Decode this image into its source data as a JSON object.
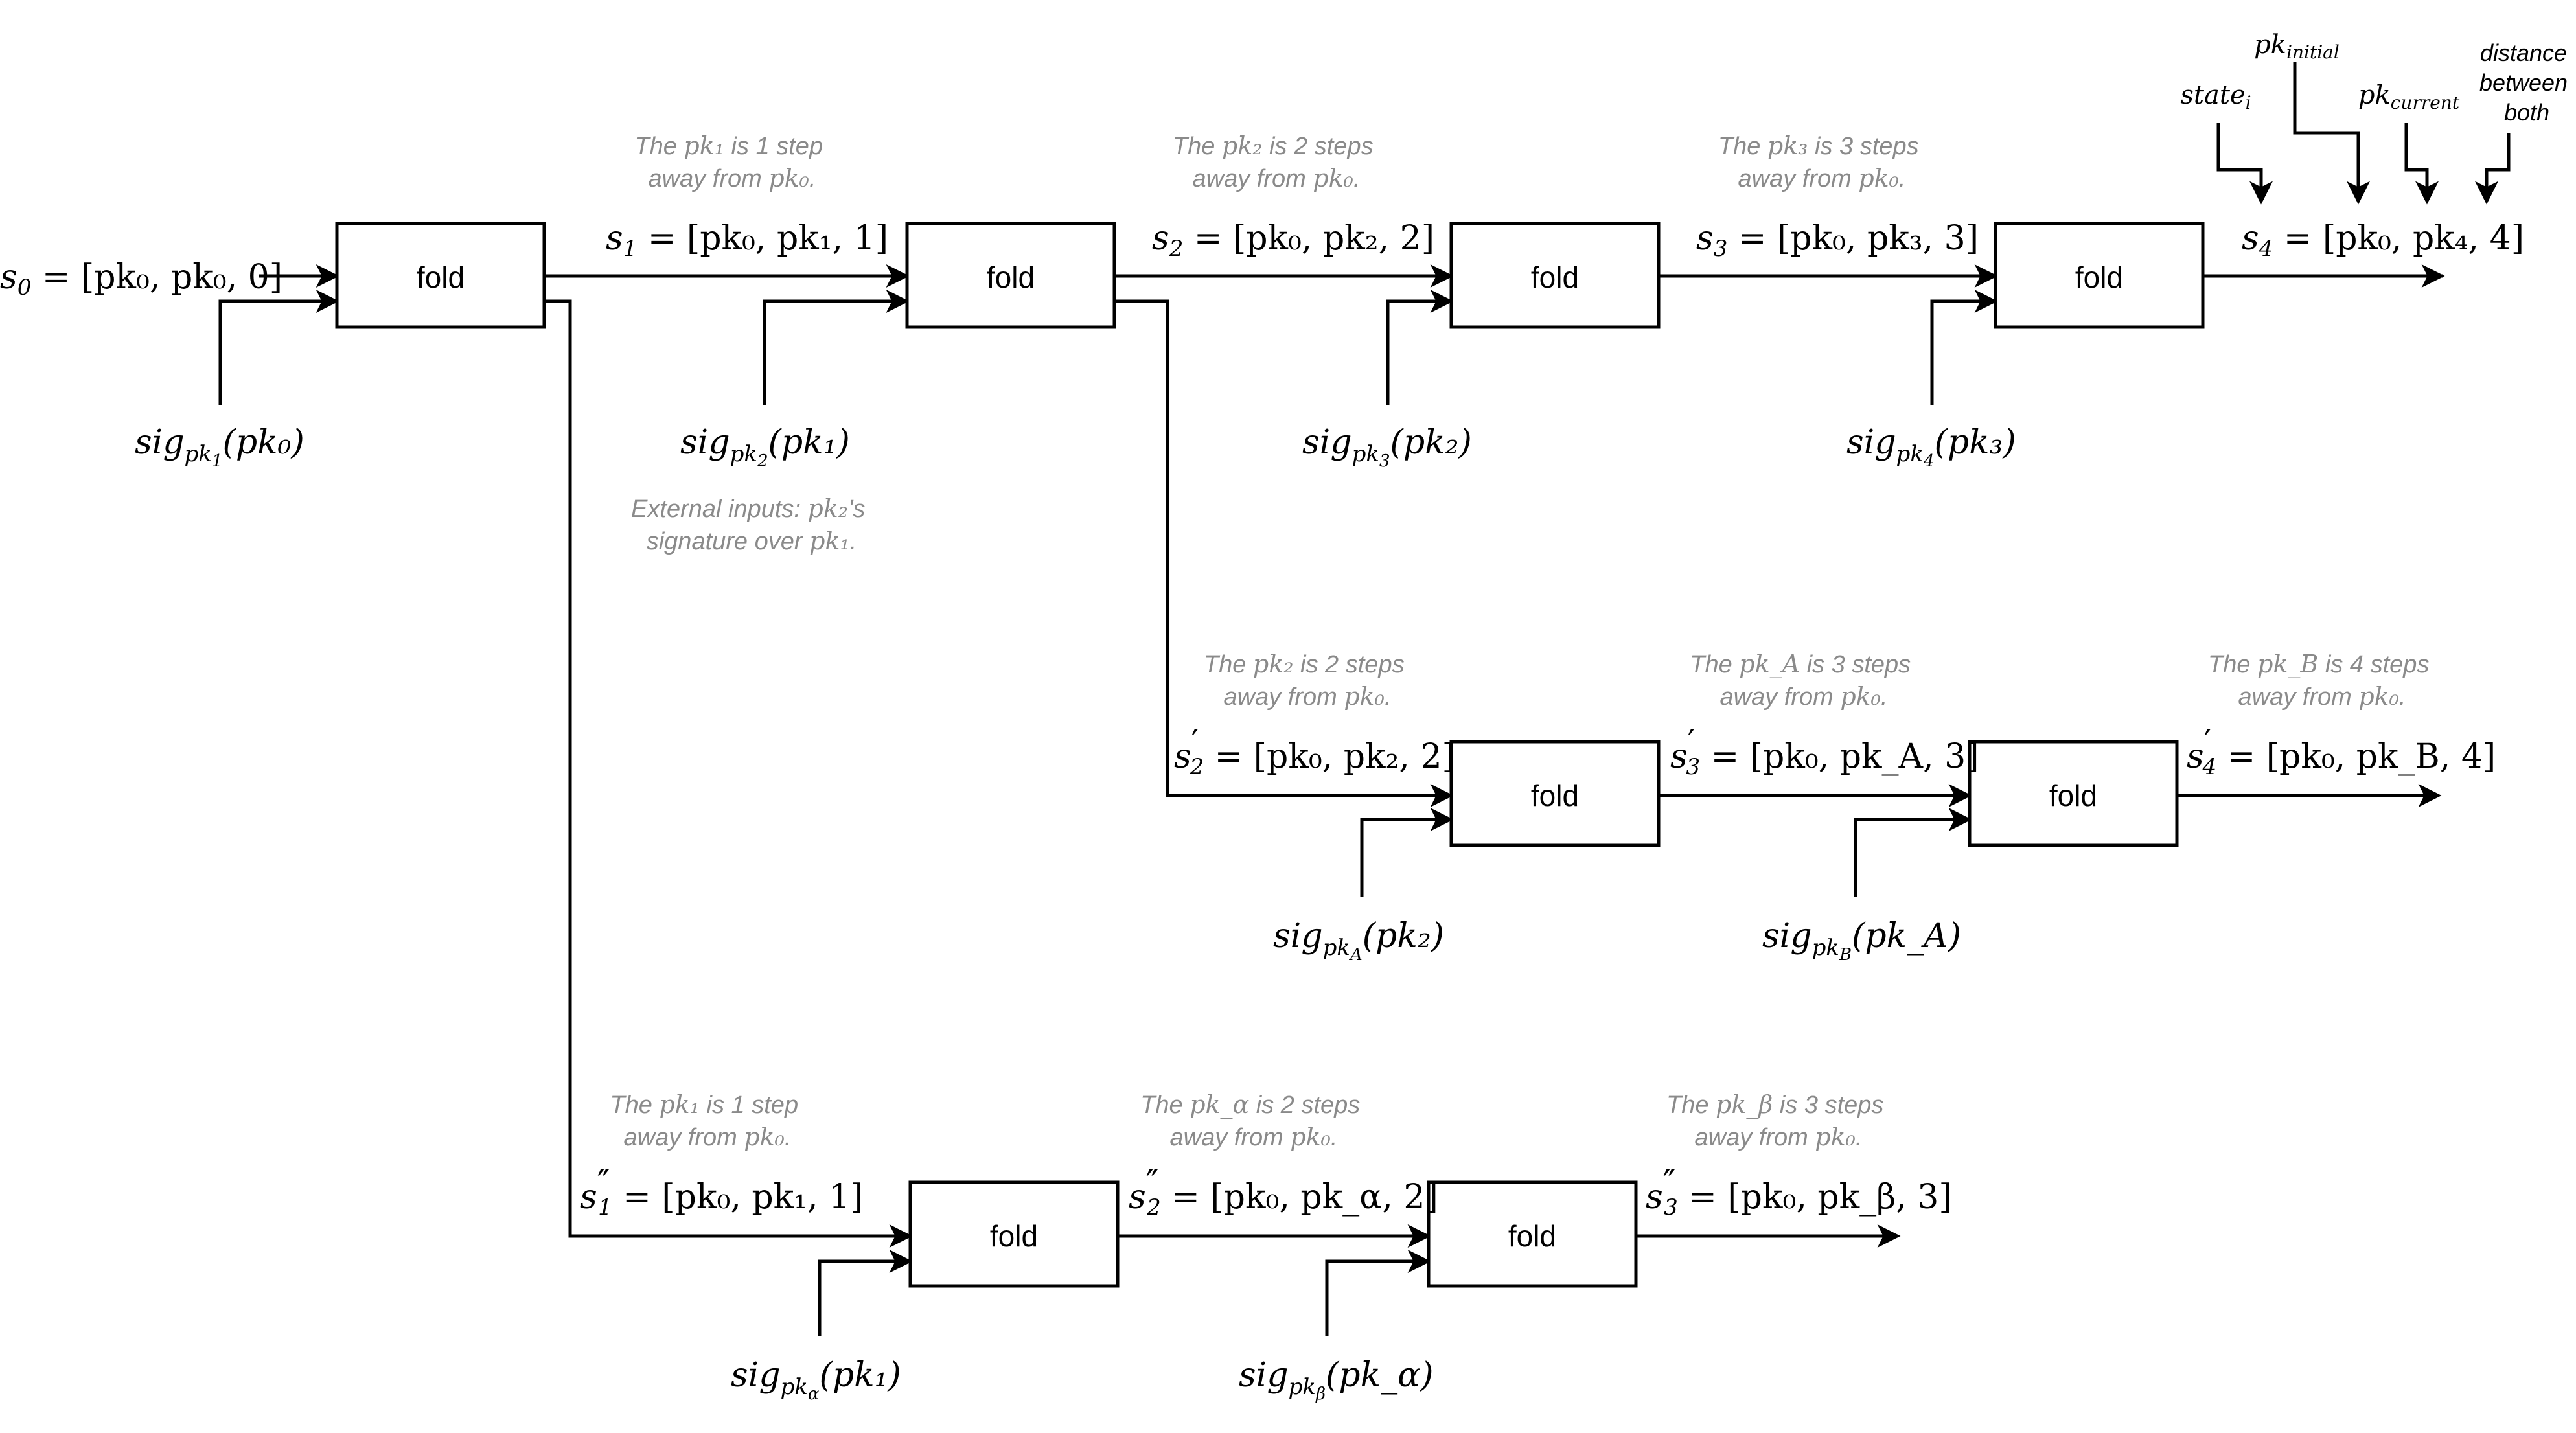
{
  "fold_label": "fold",
  "legend": {
    "state": {
      "base": "state",
      "sub": "i"
    },
    "pk_initial": {
      "base": "pk",
      "sub": "initial"
    },
    "pk_current": {
      "base": "pk",
      "sub": "current"
    },
    "distance": [
      "distance",
      "between",
      "both"
    ]
  },
  "top_row": {
    "s0": {
      "base": "s",
      "sub": "0",
      "prime": "",
      "body": " = [pk₀, pk₀, 0]"
    },
    "s1": {
      "base": "s",
      "sub": "1",
      "prime": "",
      "body": " = [pk₀, pk₁, 1]"
    },
    "s2": {
      "base": "s",
      "sub": "2",
      "prime": "",
      "body": " = [pk₀, pk₂, 2]"
    },
    "s3": {
      "base": "s",
      "sub": "3",
      "prime": "",
      "body": " = [pk₀, pk₃, 3]"
    },
    "s4": {
      "base": "s",
      "sub": "4",
      "prime": "",
      "body": " = [pk₀, pk₄, 4]"
    },
    "sig1": {
      "pre": "sig",
      "sub": "pk",
      "subsub": "1",
      "arg": "(pk₀)"
    },
    "sig2": {
      "pre": "sig",
      "sub": "pk",
      "subsub": "2",
      "arg": "(pk₁)"
    },
    "sig3": {
      "pre": "sig",
      "sub": "pk",
      "subsub": "3",
      "arg": "(pk₂)"
    },
    "sig4": {
      "pre": "sig",
      "sub": "pk",
      "subsub": "4",
      "arg": "(pk₃)"
    },
    "note1": {
      "l1a": "The ",
      "l1m": "pk₁",
      "l1b": " is 1 step",
      "l2a": "away from ",
      "l2m": "pk₀",
      "l2b": "."
    },
    "note2": {
      "l1a": "The ",
      "l1m": "pk₂",
      "l1b": " is 2 steps",
      "l2a": "away from ",
      "l2m": "pk₀",
      "l2b": "."
    },
    "note3": {
      "l1a": "The ",
      "l1m": "pk₃",
      "l1b": " is 3 steps",
      "l2a": "away from ",
      "l2m": "pk₀",
      "l2b": "."
    },
    "ext_note": {
      "l1a": "External inputs: ",
      "l1m": "pk₂",
      "l1b": "'s",
      "l2a": "signature over ",
      "l2m": "pk₁",
      "l2b": "."
    }
  },
  "mid_row": {
    "s2p": {
      "base": "s",
      "sub": "2",
      "prime": "′",
      "body": " = [pk₀, pk₂, 2]"
    },
    "s3p": {
      "base": "s",
      "sub": "3",
      "prime": "′",
      "body": " = [pk₀, pk_A, 3]"
    },
    "s4p": {
      "base": "s",
      "sub": "4",
      "prime": "′",
      "body": " = [pk₀, pk_B, 4]"
    },
    "sigA": {
      "pre": "sig",
      "sub": "pk",
      "subsub": "A",
      "arg": "(pk₂)"
    },
    "sigB": {
      "pre": "sig",
      "sub": "pk",
      "subsub": "B",
      "arg": "(pk_A)"
    },
    "note1": {
      "l1a": "The ",
      "l1m": "pk₂",
      "l1b": " is 2 steps",
      "l2a": "away from ",
      "l2m": "pk₀",
      "l2b": "."
    },
    "note2": {
      "l1a": "The ",
      "l1m": "pk_A",
      "l1b": " is 3 steps",
      "l2a": "away from ",
      "l2m": "pk₀",
      "l2b": "."
    },
    "note3": {
      "l1a": "The ",
      "l1m": "pk_B",
      "l1b": " is 4 steps",
      "l2a": "away from ",
      "l2m": "pk₀",
      "l2b": "."
    }
  },
  "bot_row": {
    "s1pp": {
      "base": "s",
      "sub": "1",
      "prime": "″",
      "body": " = [pk₀, pk₁, 1]"
    },
    "s2pp": {
      "base": "s",
      "sub": "2",
      "prime": "″",
      "body": " = [pk₀, pk_α, 2]"
    },
    "s3pp": {
      "base": "s",
      "sub": "3",
      "prime": "″",
      "body": " = [pk₀, pk_β, 3]"
    },
    "sigAlpha": {
      "pre": "sig",
      "sub": "pk",
      "subsub": "α",
      "arg": "(pk₁)"
    },
    "sigBeta": {
      "pre": "sig",
      "sub": "pk",
      "subsub": "β",
      "arg": "(pk_α)"
    },
    "note1": {
      "l1a": "The ",
      "l1m": "pk₁",
      "l1b": " is 1 step",
      "l2a": "away from ",
      "l2m": "pk₀",
      "l2b": "."
    },
    "note2": {
      "l1a": "The ",
      "l1m": "pk_α",
      "l1b": " is 2 steps",
      "l2a": "away from ",
      "l2m": "pk₀",
      "l2b": "."
    },
    "note3": {
      "l1a": "The ",
      "l1m": "pk_β",
      "l1b": " is 3 steps",
      "l2a": "away from ",
      "l2m": "pk₀",
      "l2b": "."
    }
  }
}
